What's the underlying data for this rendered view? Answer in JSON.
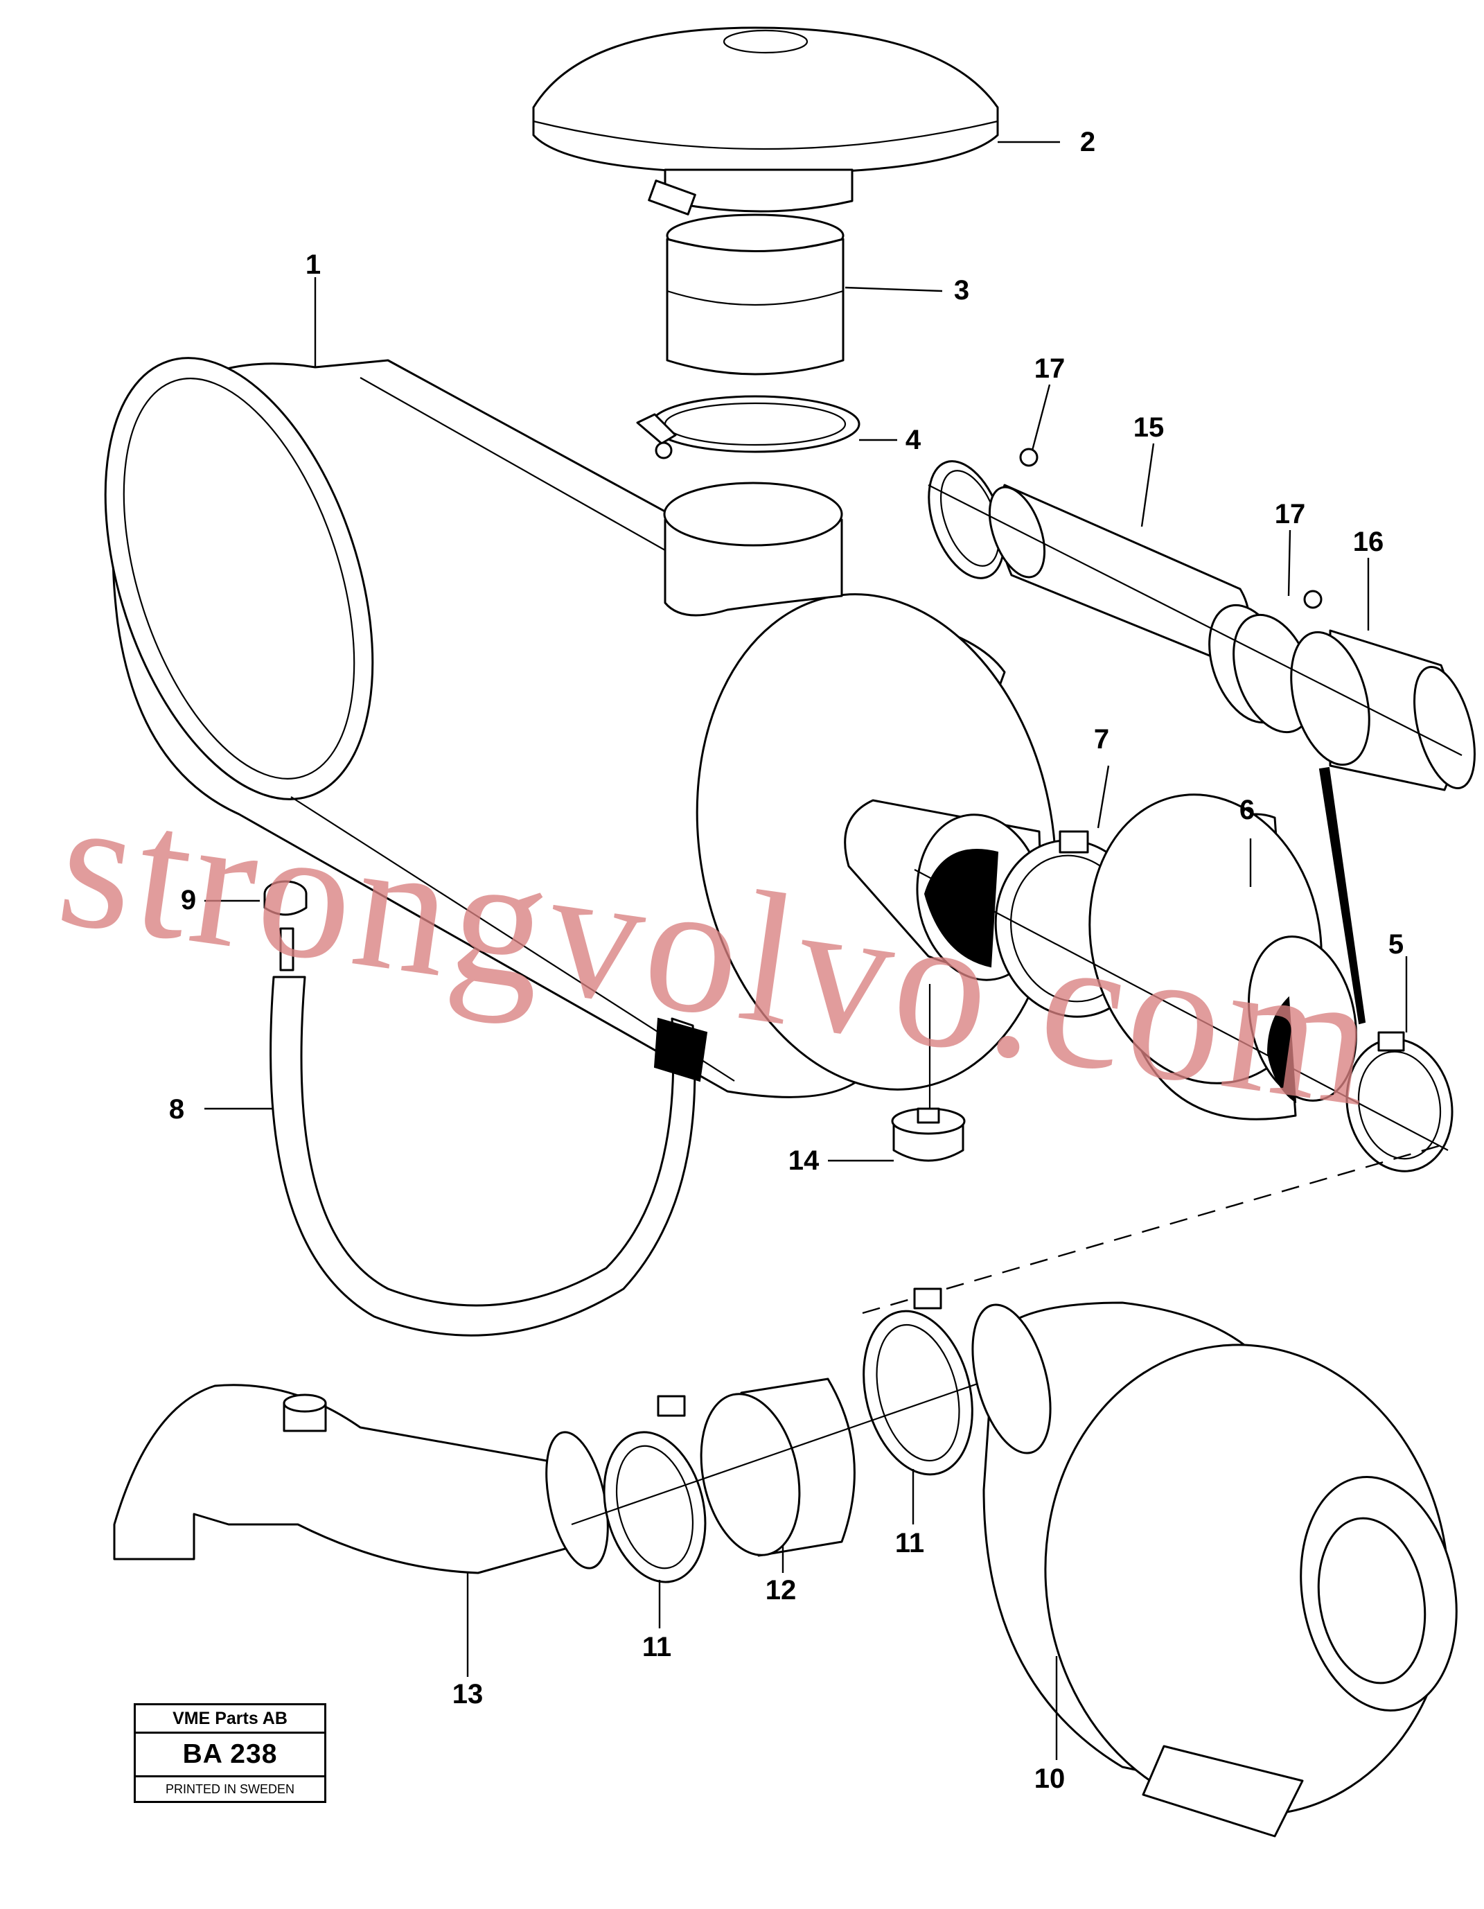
{
  "callouts": [
    {
      "id": "c1",
      "text": "1"
    },
    {
      "id": "c2",
      "text": "2"
    },
    {
      "id": "c3",
      "text": "3"
    },
    {
      "id": "c4",
      "text": "4"
    },
    {
      "id": "c5",
      "text": "5"
    },
    {
      "id": "c6",
      "text": "6"
    },
    {
      "id": "c7",
      "text": "7"
    },
    {
      "id": "c8",
      "text": "8"
    },
    {
      "id": "c9",
      "text": "9"
    },
    {
      "id": "c10",
      "text": "10"
    },
    {
      "id": "c11a",
      "text": "11"
    },
    {
      "id": "c11b",
      "text": "11"
    },
    {
      "id": "c12",
      "text": "12"
    },
    {
      "id": "c13",
      "text": "13"
    },
    {
      "id": "c14",
      "text": "14"
    },
    {
      "id": "c15",
      "text": "15"
    },
    {
      "id": "c16",
      "text": "16"
    },
    {
      "id": "c17a",
      "text": "17"
    },
    {
      "id": "c17b",
      "text": "17"
    }
  ],
  "watermark": "strongvolvo.com",
  "stamp": {
    "company": "VME Parts AB",
    "code": "BA 238",
    "printed": "PRINTED IN SWEDEN"
  }
}
